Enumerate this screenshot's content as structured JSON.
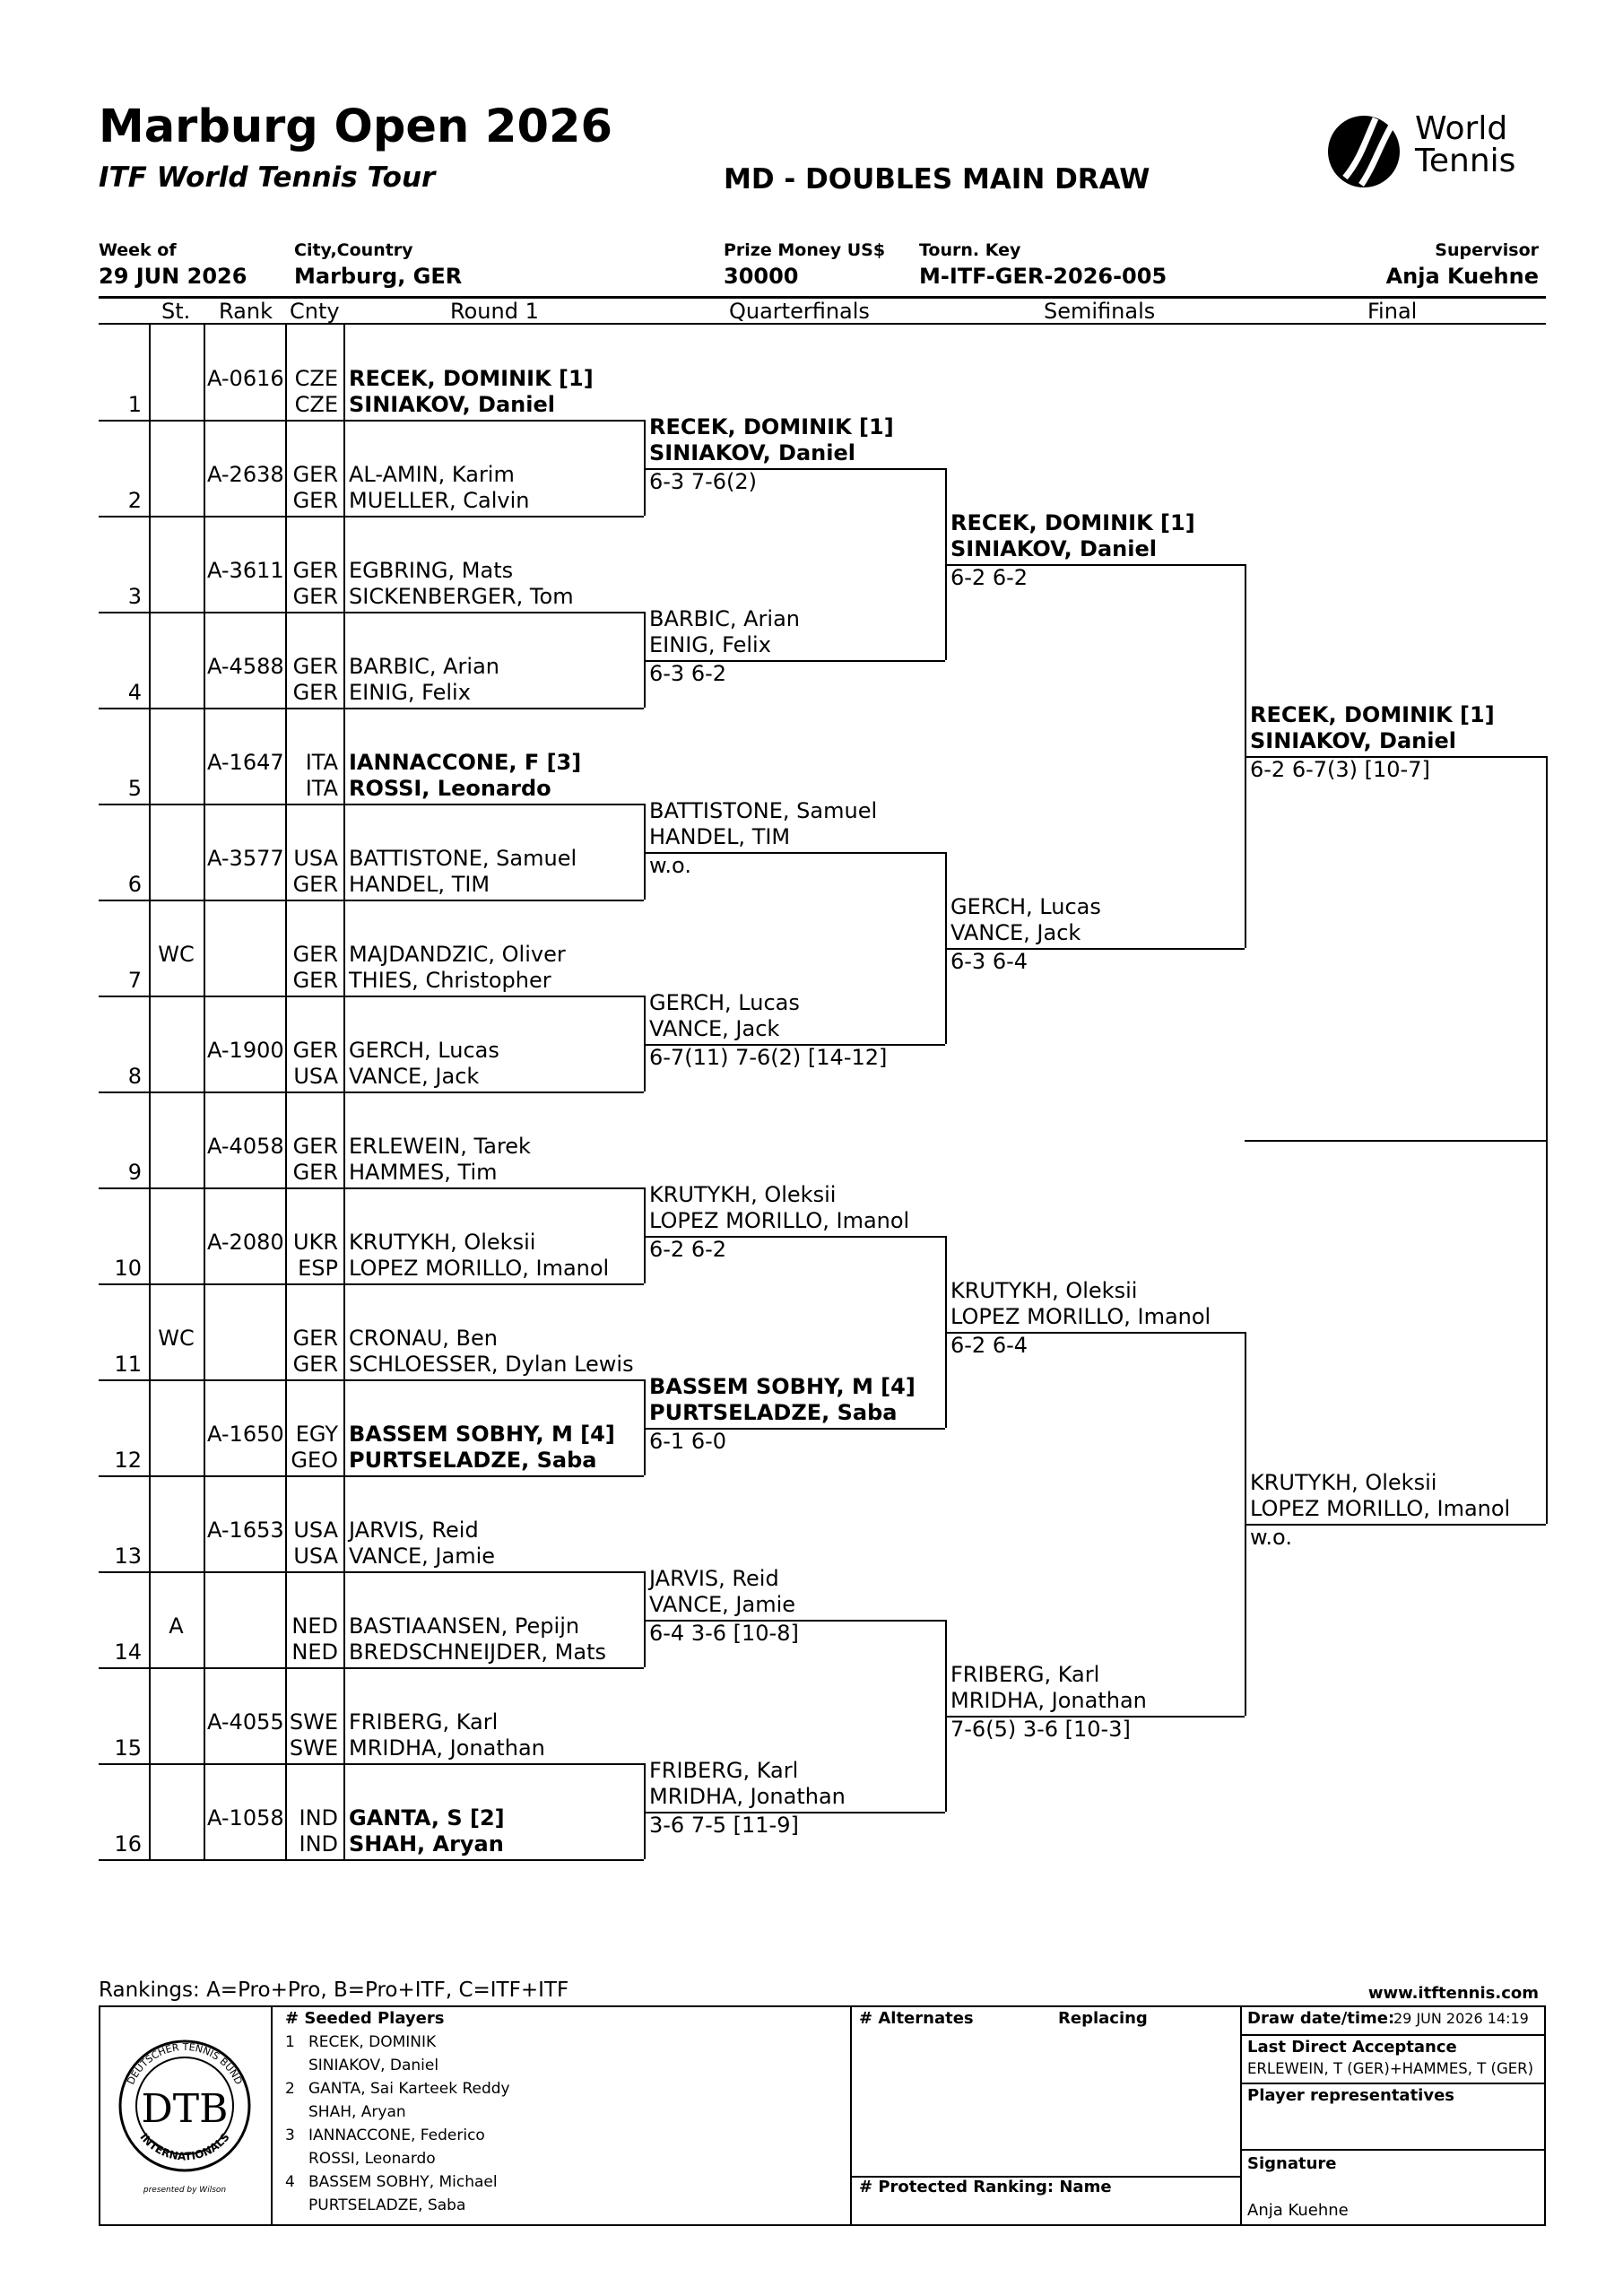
{
  "header": {
    "title": "Marburg Open 2026",
    "tour": "ITF World Tennis Tour",
    "draw_name": "MD - DOUBLES MAIN DRAW",
    "logo_text": "World Tennis",
    "week_label": "Week of",
    "week_value": "29 JUN 2026",
    "city_label": "City,Country",
    "city_value": "Marburg, GER",
    "prize_label": "Prize Money US$",
    "prize_value": "30000",
    "key_label": "Tourn. Key",
    "key_value": "M-ITF-GER-2026-005",
    "supervisor_label": "Supervisor",
    "supervisor_value": "Anja Kuehne"
  },
  "columns": {
    "st": "St.",
    "rank": "Rank",
    "cnty": "Cnty",
    "round1": "Round 1",
    "qf": "Quarterfinals",
    "sf": "Semifinals",
    "final": "Final"
  },
  "entries": [
    {
      "num": "1",
      "st": "",
      "rank": "A-0616",
      "c1": "CZE",
      "c2": "CZE",
      "p1": "RECEK, DOMINIK [1]",
      "p2": "SINIAKOV, Daniel",
      "seeded": true
    },
    {
      "num": "2",
      "st": "",
      "rank": "A-2638",
      "c1": "GER",
      "c2": "GER",
      "p1": "AL-AMIN, Karim",
      "p2": "MUELLER, Calvin",
      "seeded": false
    },
    {
      "num": "3",
      "st": "",
      "rank": "A-3611",
      "c1": "GER",
      "c2": "GER",
      "p1": "EGBRING, Mats",
      "p2": "SICKENBERGER, Tom",
      "seeded": false
    },
    {
      "num": "4",
      "st": "",
      "rank": "A-4588",
      "c1": "GER",
      "c2": "GER",
      "p1": "BARBIC, Arian",
      "p2": "EINIG, Felix",
      "seeded": false
    },
    {
      "num": "5",
      "st": "",
      "rank": "A-1647",
      "c1": "ITA",
      "c2": "ITA",
      "p1": "IANNACCONE, F [3]",
      "p2": "ROSSI, Leonardo",
      "seeded": true
    },
    {
      "num": "6",
      "st": "",
      "rank": "A-3577",
      "c1": "USA",
      "c2": "GER",
      "p1": "BATTISTONE, Samuel",
      "p2": "HANDEL, TIM",
      "seeded": false
    },
    {
      "num": "7",
      "st": "WC",
      "rank": "",
      "c1": "GER",
      "c2": "GER",
      "p1": "MAJDANDZIC, Oliver",
      "p2": "THIES, Christopher",
      "seeded": false
    },
    {
      "num": "8",
      "st": "",
      "rank": "A-1900",
      "c1": "GER",
      "c2": "USA",
      "p1": "GERCH, Lucas",
      "p2": "VANCE, Jack",
      "seeded": false
    },
    {
      "num": "9",
      "st": "",
      "rank": "A-4058",
      "c1": "GER",
      "c2": "GER",
      "p1": "ERLEWEIN, Tarek",
      "p2": "HAMMES, Tim",
      "seeded": false
    },
    {
      "num": "10",
      "st": "",
      "rank": "A-2080",
      "c1": "UKR",
      "c2": "ESP",
      "p1": "KRUTYKH, Oleksii",
      "p2": "LOPEZ MORILLO, Imanol",
      "seeded": false
    },
    {
      "num": "11",
      "st": "WC",
      "rank": "",
      "c1": "GER",
      "c2": "GER",
      "p1": "CRONAU, Ben",
      "p2": "SCHLOESSER, Dylan Lewis",
      "seeded": false
    },
    {
      "num": "12",
      "st": "",
      "rank": "A-1650",
      "c1": "EGY",
      "c2": "GEO",
      "p1": "BASSEM SOBHY, M [4]",
      "p2": "PURTSELADZE, Saba",
      "seeded": true
    },
    {
      "num": "13",
      "st": "",
      "rank": "A-1653",
      "c1": "USA",
      "c2": "USA",
      "p1": "JARVIS, Reid",
      "p2": "VANCE, Jamie",
      "seeded": false
    },
    {
      "num": "14",
      "st": "A",
      "rank": "",
      "c1": "NED",
      "c2": "NED",
      "p1": "BASTIAANSEN, Pepijn",
      "p2": "BREDSCHNEIJDER, Mats",
      "seeded": false
    },
    {
      "num": "15",
      "st": "",
      "rank": "A-4055",
      "c1": "SWE",
      "c2": "SWE",
      "p1": "FRIBERG, Karl",
      "p2": "MRIDHA, Jonathan",
      "seeded": false
    },
    {
      "num": "16",
      "st": "",
      "rank": "A-1058",
      "c1": "IND",
      "c2": "IND",
      "p1": "GANTA, S [2]",
      "p2": "SHAH, Aryan",
      "seeded": true
    }
  ],
  "quarterfinals": [
    {
      "p1": "RECEK, DOMINIK [1]",
      "p2": "SINIAKOV, Daniel",
      "score": "6-3 7-6(2)",
      "seeded": true
    },
    {
      "p1": "BARBIC, Arian",
      "p2": "EINIG, Felix",
      "score": "6-3 6-2",
      "seeded": false
    },
    {
      "p1": "BATTISTONE, Samuel",
      "p2": "HANDEL, TIM",
      "score": "w.o.",
      "seeded": false
    },
    {
      "p1": "GERCH, Lucas",
      "p2": "VANCE, Jack",
      "score": "6-7(11) 7-6(2) [14-12]",
      "seeded": false
    },
    {
      "p1": "KRUTYKH, Oleksii",
      "p2": "LOPEZ MORILLO, Imanol",
      "score": "6-2 6-2",
      "seeded": false
    },
    {
      "p1": "BASSEM SOBHY, M [4]",
      "p2": "PURTSELADZE, Saba",
      "score": "6-1 6-0",
      "seeded": true
    },
    {
      "p1": "JARVIS, Reid",
      "p2": "VANCE, Jamie",
      "score": "6-4 3-6 [10-8]",
      "seeded": false
    },
    {
      "p1": "FRIBERG, Karl",
      "p2": "MRIDHA, Jonathan",
      "score": "3-6 7-5 [11-9]",
      "seeded": false
    }
  ],
  "semifinals": [
    {
      "p1": "RECEK, DOMINIK [1]",
      "p2": "SINIAKOV, Daniel",
      "score": "6-2 6-2",
      "seeded": true
    },
    {
      "p1": "GERCH, Lucas",
      "p2": "VANCE, Jack",
      "score": "6-3 6-4",
      "seeded": false
    },
    {
      "p1": "KRUTYKH, Oleksii",
      "p2": "LOPEZ MORILLO, Imanol",
      "score": "6-2 6-4",
      "seeded": false
    },
    {
      "p1": "FRIBERG, Karl",
      "p2": "MRIDHA, Jonathan",
      "score": "7-6(5) 3-6 [10-3]",
      "seeded": false
    }
  ],
  "final": [
    {
      "p1": "RECEK, DOMINIK [1]",
      "p2": "SINIAKOV, Daniel",
      "score": "6-2 6-7(3) [10-7]",
      "seeded": true
    },
    {
      "p1": "KRUTYKH, Oleksii",
      "p2": "LOPEZ MORILLO, Imanol",
      "score": "w.o.",
      "seeded": false
    }
  ],
  "footer": {
    "rankings_note": "Rankings: A=Pro+Pro, B=Pro+ITF, C=ITF+ITF",
    "website": "www.itftennis.com",
    "seeded_header": "#  Seeded Players",
    "seeded": [
      {
        "n": "1",
        "a": "RECEK, DOMINIK",
        "b": "SINIAKOV, Daniel"
      },
      {
        "n": "2",
        "a": "GANTA, Sai Karteek Reddy",
        "b": "SHAH, Aryan"
      },
      {
        "n": "3",
        "a": "IANNACCONE, Federico",
        "b": "ROSSI, Leonardo"
      },
      {
        "n": "4",
        "a": "BASSEM SOBHY, Michael",
        "b": "PURTSELADZE, Saba"
      }
    ],
    "alternates_header": "# Alternates",
    "replacing_header": "Replacing",
    "protected_header": "#  Protected Ranking: Name",
    "draw_date_label": "Draw date/time:",
    "draw_date_value": "29 JUN 2026 14:19",
    "lda_label": "Last Direct Acceptance",
    "lda_value": "ERLEWEIN, T (GER)+HAMMES, T (GER)",
    "reps_label": "Player representatives",
    "signature_label": "Signature",
    "signature_value": "Anja Kuehne",
    "dtb_logo_text": "DTB",
    "dtb_ring_top": "DEUTSCHER TENNIS BUND",
    "dtb_ring_bottom": "INTERNATIONALS",
    "dtb_presented": "presented by Wilson"
  }
}
